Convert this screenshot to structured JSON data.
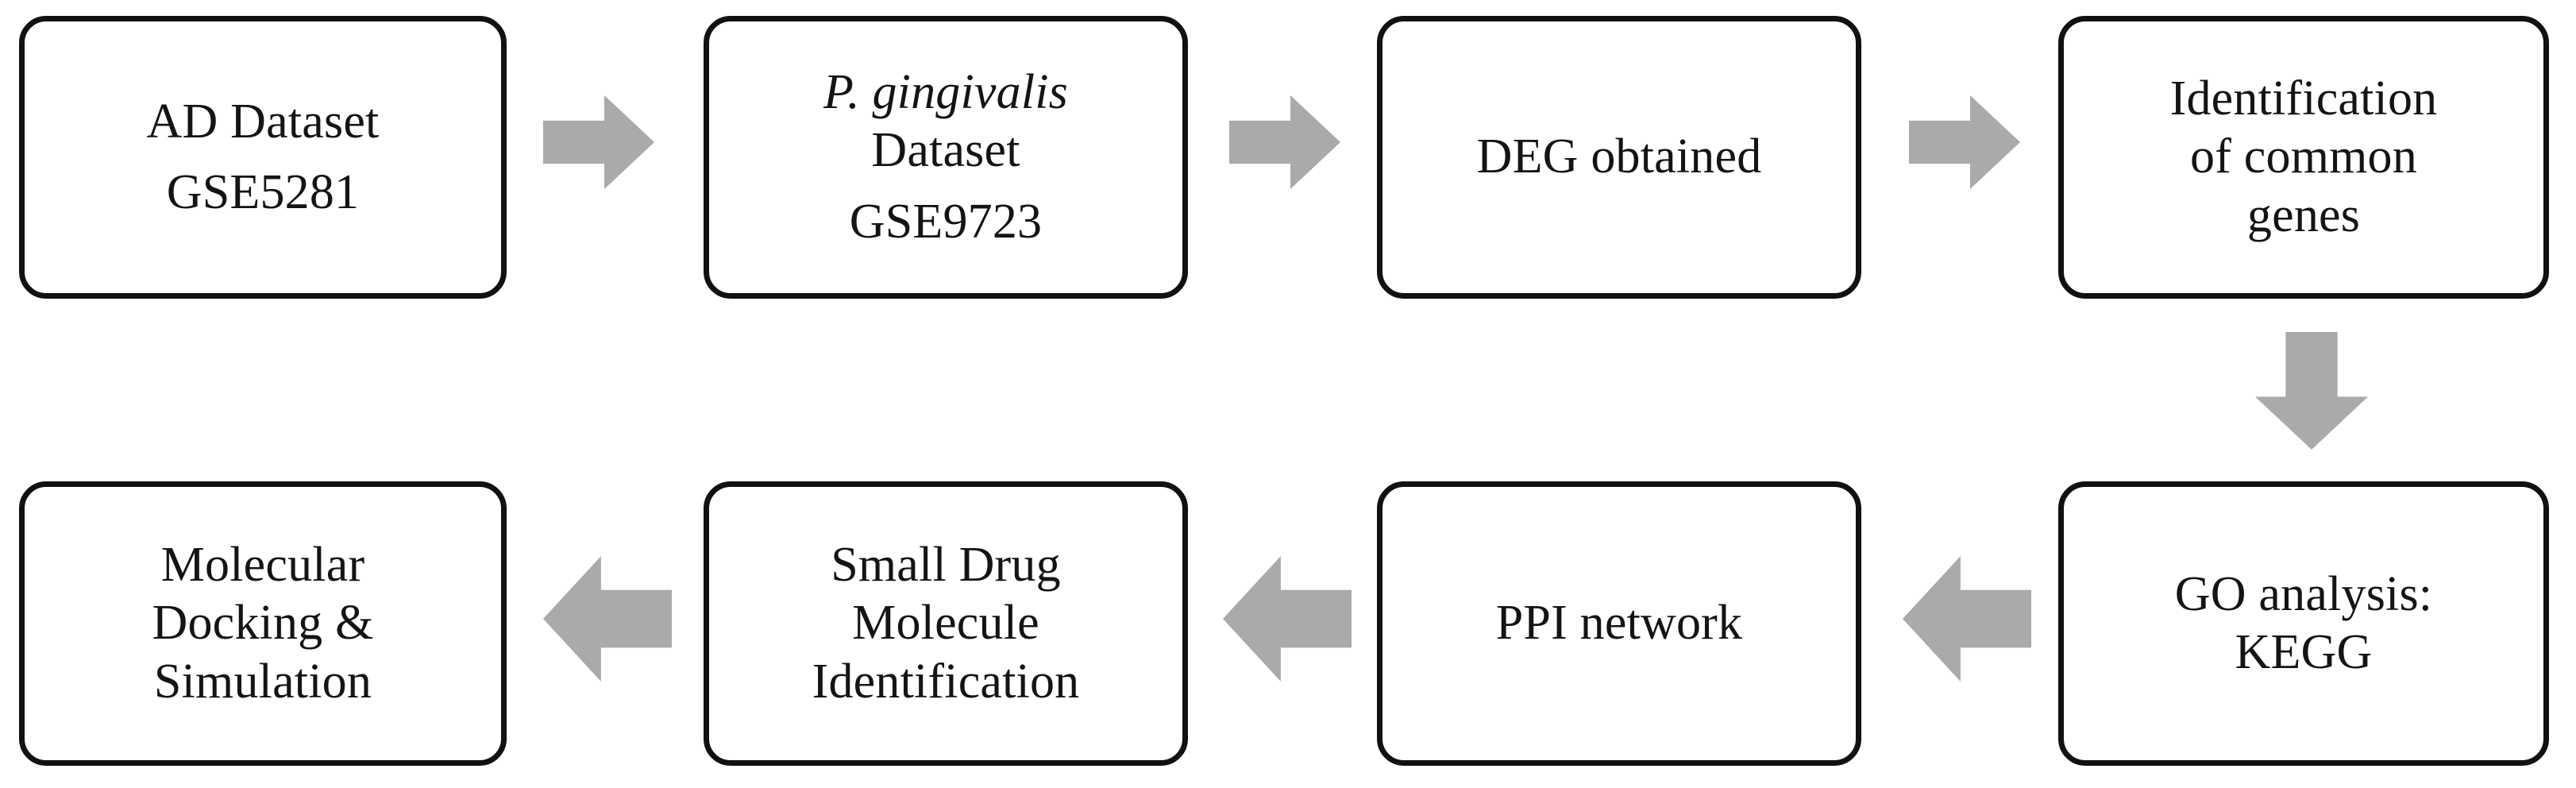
{
  "diagram": {
    "title": "Bioinformatics workflow flowchart",
    "background_color": "#ffffff",
    "node_border_color": "#111111",
    "node_fill_color": "#ffffff",
    "arrow_color": "#aaaaaa",
    "text_color": "#141414"
  },
  "nodes": [
    {
      "id": "ad-dataset",
      "row": 1,
      "column": 1,
      "lines": [
        {
          "text": "AD Dataset",
          "style": "regular"
        },
        {
          "text": "GSE5281",
          "style": "regular"
        }
      ]
    },
    {
      "id": "pg-dataset",
      "row": 1,
      "column": 2,
      "lines": [
        {
          "text": "P. gingivalis",
          "style": "italic"
        },
        {
          "text": "Dataset",
          "style": "regular"
        },
        {
          "text": "GSE9723",
          "style": "regular"
        }
      ]
    },
    {
      "id": "deg-obtained",
      "row": 1,
      "column": 3,
      "lines": [
        {
          "text": "DEG obtained",
          "style": "regular"
        }
      ]
    },
    {
      "id": "common-genes",
      "row": 1,
      "column": 4,
      "lines": [
        {
          "text": "Identification",
          "style": "regular"
        },
        {
          "text": "of common",
          "style": "regular"
        },
        {
          "text": "genes",
          "style": "regular"
        }
      ]
    },
    {
      "id": "go-kegg",
      "row": 2,
      "column": 4,
      "lines": [
        {
          "text": "GO analysis:",
          "style": "regular"
        },
        {
          "text": "KEGG",
          "style": "regular"
        }
      ]
    },
    {
      "id": "ppi-network",
      "row": 2,
      "column": 3,
      "lines": [
        {
          "text": "PPI network",
          "style": "regular"
        }
      ]
    },
    {
      "id": "small-drug-molecule",
      "row": 2,
      "column": 2,
      "lines": [
        {
          "text": "Small Drug",
          "style": "regular"
        },
        {
          "text": "Molecule",
          "style": "regular"
        },
        {
          "text": "Identification",
          "style": "regular"
        }
      ]
    },
    {
      "id": "molecular-docking",
      "row": 2,
      "column": 1,
      "lines": [
        {
          "text": "Molecular",
          "style": "regular"
        },
        {
          "text": "Docking &",
          "style": "regular"
        },
        {
          "text": "Simulation",
          "style": "regular"
        }
      ]
    }
  ],
  "connectors": [
    {
      "id": "c1",
      "from": "ad-dataset",
      "to": "pg-dataset",
      "direction": "right"
    },
    {
      "id": "c2",
      "from": "pg-dataset",
      "to": "deg-obtained",
      "direction": "right"
    },
    {
      "id": "c3",
      "from": "deg-obtained",
      "to": "common-genes",
      "direction": "right"
    },
    {
      "id": "c4",
      "from": "common-genes",
      "to": "go-kegg",
      "direction": "down"
    },
    {
      "id": "c5",
      "from": "go-kegg",
      "to": "ppi-network",
      "direction": "left"
    },
    {
      "id": "c6",
      "from": "ppi-network",
      "to": "small-drug-molecule",
      "direction": "left"
    },
    {
      "id": "c7",
      "from": "small-drug-molecule",
      "to": "molecular-docking",
      "direction": "left"
    }
  ]
}
